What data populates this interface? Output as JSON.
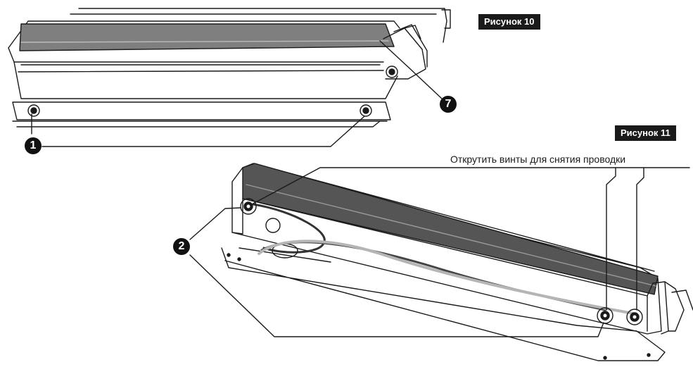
{
  "figure_10": {
    "label": "Рисунок 10"
  },
  "figure_11": {
    "label": "Рисунок 11",
    "instruction": "Открутить винты для снятия проводки"
  },
  "callouts": {
    "one": "1",
    "two": "2",
    "seven": "7"
  },
  "colors": {
    "outline": "#1a1a1a",
    "gray_strip": "#7f7f7f",
    "dark_strip": "#555555",
    "wire_dark": "#333333",
    "wire_light": "#b5b5b5"
  }
}
